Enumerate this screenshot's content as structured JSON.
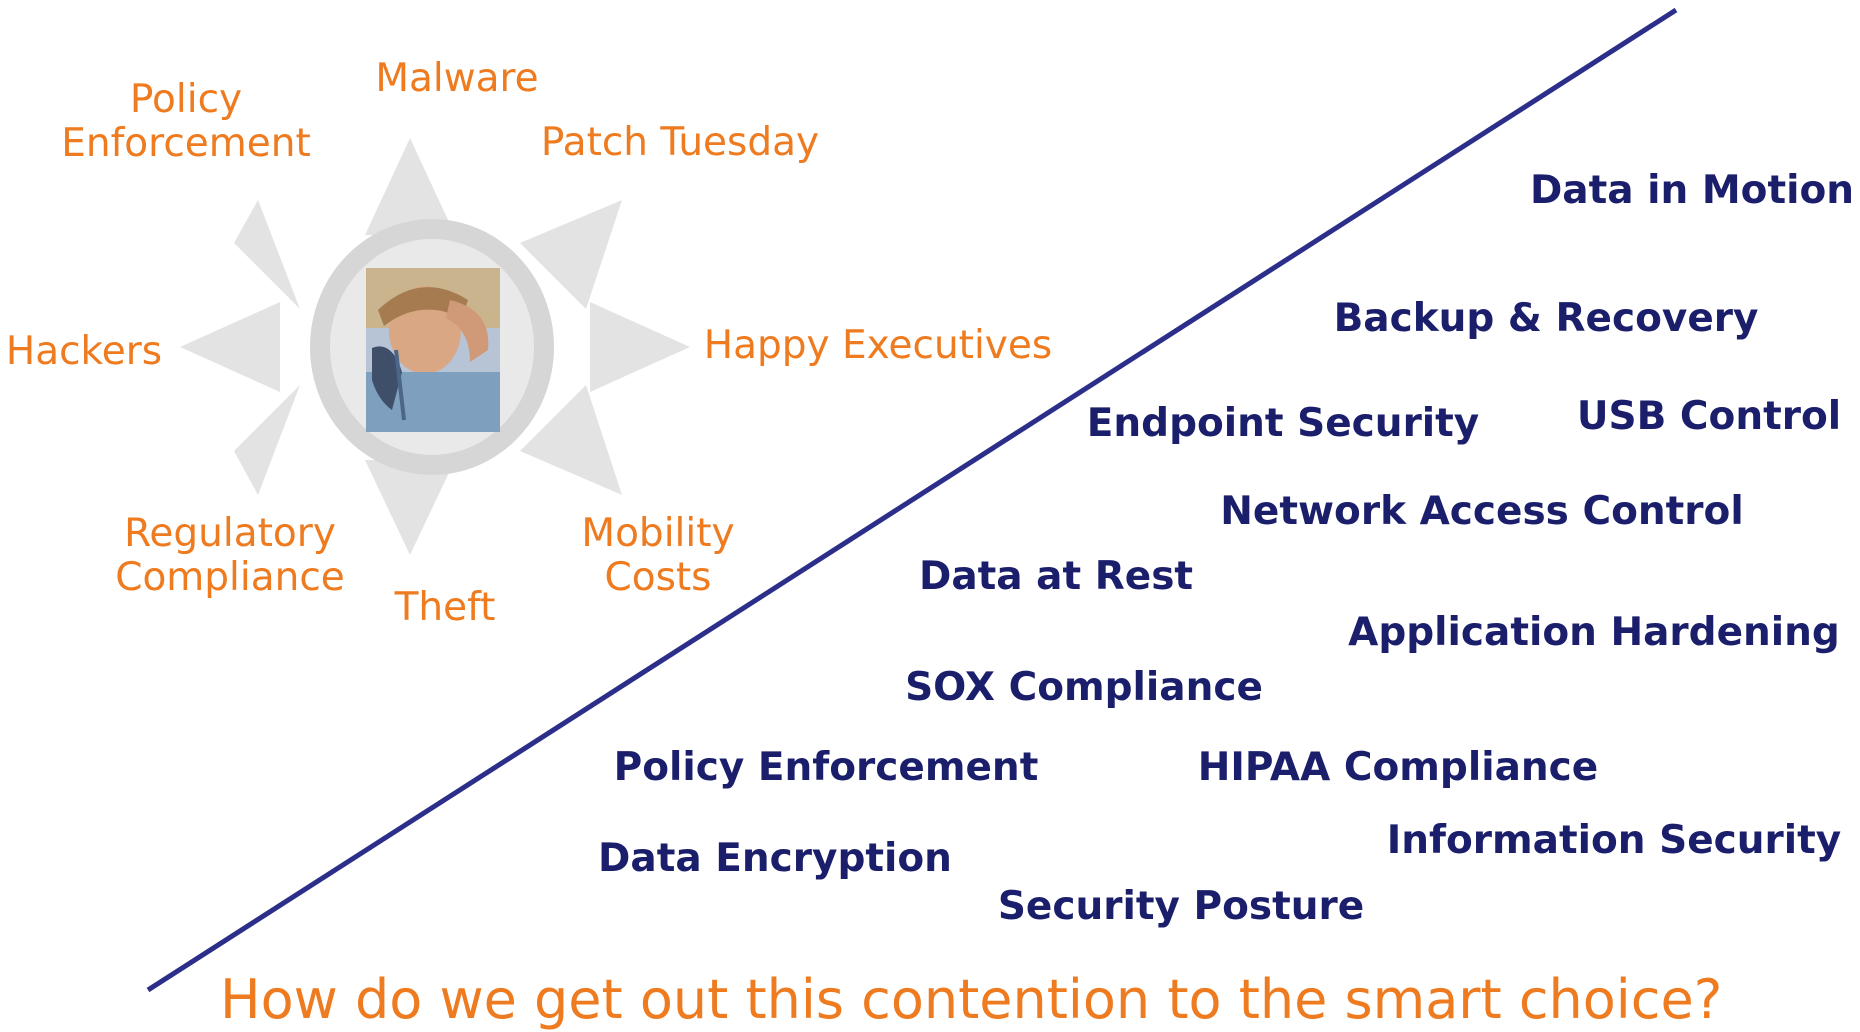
{
  "pain_points": [
    {
      "id": "policy-enforcement",
      "text": "Policy\nEnforcement"
    },
    {
      "id": "malware",
      "text": "Malware"
    },
    {
      "id": "patch-tuesday",
      "text": "Patch Tuesday"
    },
    {
      "id": "hackers",
      "text": "Hackers"
    },
    {
      "id": "happy-executives",
      "text": "Happy Executives"
    },
    {
      "id": "regulatory-compliance",
      "text": "Regulatory\nCompliance"
    },
    {
      "id": "theft",
      "text": "Theft"
    },
    {
      "id": "mobility-costs",
      "text": "Mobility\nCosts"
    }
  ],
  "solutions": [
    {
      "id": "data-in-motion",
      "text": "Data in Motion"
    },
    {
      "id": "backup-recovery",
      "text": "Backup & Recovery"
    },
    {
      "id": "endpoint-security",
      "text": "Endpoint Security"
    },
    {
      "id": "usb-control",
      "text": "USB Control"
    },
    {
      "id": "network-access-control",
      "text": "Network Access Control"
    },
    {
      "id": "data-at-rest",
      "text": "Data at Rest"
    },
    {
      "id": "application-hardening",
      "text": "Application Hardening"
    },
    {
      "id": "sox-compliance",
      "text": "SOX Compliance"
    },
    {
      "id": "policy-enforcement",
      "text": "Policy Enforcement"
    },
    {
      "id": "hipaa-compliance",
      "text": "HIPAA Compliance"
    },
    {
      "id": "data-encryption",
      "text": "Data Encryption"
    },
    {
      "id": "information-security",
      "text": "Information Security"
    },
    {
      "id": "security-posture",
      "text": "Security Posture"
    }
  ],
  "question": "How do we get out this contention to the smart choice?",
  "colors": {
    "pain": "#ee7b1f",
    "solution": "#1b1f6b",
    "divider": "#2b2f8a",
    "sun": "#dcdcdc"
  }
}
